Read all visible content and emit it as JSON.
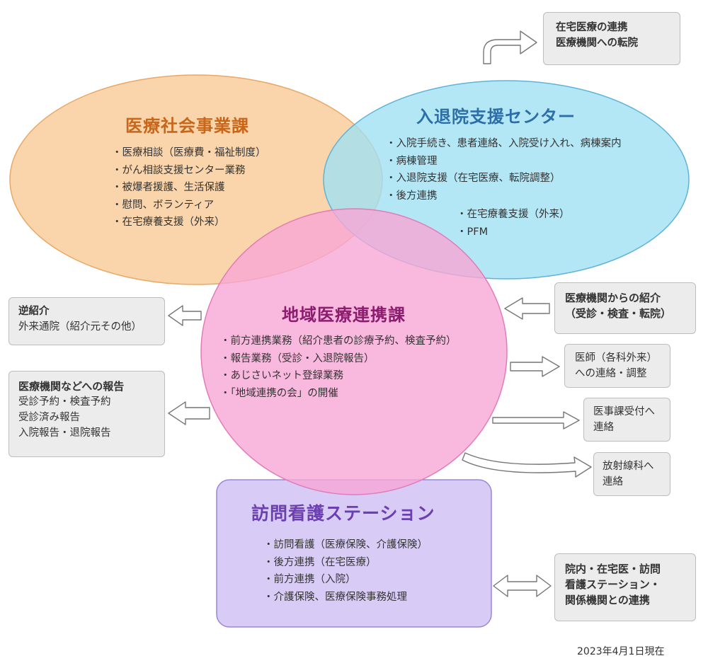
{
  "ryo": {
    "title": "医療社会事業課",
    "items": [
      "・医療相談（医療費・福祉制度）",
      "・がん相談支援センター業務",
      "・被爆者援護、生活保護",
      "・慰問、ボランティア",
      "・在宅療養支援（外来）"
    ]
  },
  "nyu": {
    "title": "入退院支援センター",
    "items": [
      "・入院手続き、患者連絡、入院受け入れ、病棟案内",
      "・病棟管理",
      "・入退院支援（在宅医療、転院調整）",
      "・後方連携"
    ],
    "sub_items": [
      "・在宅療養支援（外来）",
      "・PFM"
    ]
  },
  "chiiki": {
    "title": "地域医療連携課",
    "items": [
      "・前方連携業務（紹介患者の診療予約、検査予約）",
      "・報告業務（受診・入退院報告）",
      "・あじさいネット登録業務",
      "・「地域連携の会」の開催"
    ]
  },
  "homon": {
    "title": "訪問看護ステーション",
    "items": [
      "・訪問看護（医療保険、介護保険）",
      "・後方連携（在宅医療）",
      "・前方連携（入院）",
      "・介護保険、医療保険事務処理"
    ]
  },
  "boxes": {
    "zaitaku": [
      "在宅医療の連携",
      "医療機関への転院"
    ],
    "gyaku_title": "逆紹介",
    "gyaku_body": "外来通院（紹介元その他）",
    "hokoku_title": "医療機関などへの報告",
    "hokoku_lines": [
      "受診予約・検査予約",
      "受診済み報告",
      "入院報告・退院報告"
    ],
    "shokai": [
      "医療機関からの紹介",
      "（受診・検査・転院）"
    ],
    "ishi": [
      "医師（各科外来）",
      "への連絡・調整"
    ],
    "ijika": [
      "医事課受付へ",
      "連絡"
    ],
    "hoshasen": [
      "放射線科へ",
      "連絡"
    ],
    "innai": [
      "院内・在宅医・訪問",
      "看護ステーション・",
      "関係機関との連携"
    ]
  },
  "date": "2023年4月1日現在",
  "colors": {
    "ryo_fill": "#f9cc98",
    "ryo_title": "#c8661a",
    "nyu_fill": "#9fe0f4",
    "nyu_title": "#2c6fa8",
    "chiiki_fill": "#f7a6d6",
    "chiiki_title": "#8c1c6e",
    "homon_fill": "#d8ccf6",
    "homon_title": "#6b3fb0"
  }
}
